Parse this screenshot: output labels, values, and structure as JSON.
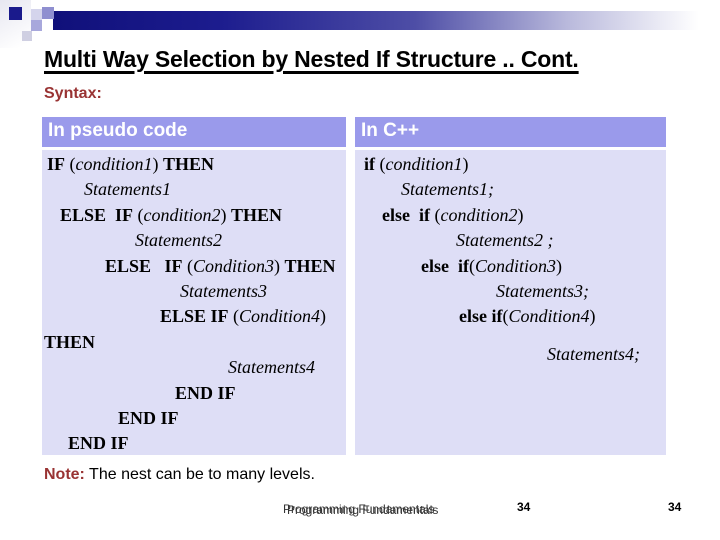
{
  "slide": {
    "title": "Multi Way Selection by Nested If Structure .. Cont.",
    "syntax_label": "Syntax:",
    "note_label": "Note:",
    "note_text": " The nest can be to many levels.",
    "footer_text": "Programming Fundamentals",
    "page_number": "34",
    "page_number_right": "34"
  },
  "colors": {
    "bar_navy": "#10107A",
    "header_bg": "#9A9AEB",
    "body_bg": "#DEDEF6",
    "accent_red": "#993333",
    "header_text": "#FFFFFF"
  },
  "table": {
    "headers": [
      "In pseudo code",
      "In C++"
    ],
    "left_lines": [
      {
        "indent": 5,
        "segs": [
          [
            "b",
            "IF"
          ],
          [
            "p",
            " ("
          ],
          [
            "i",
            "condition1"
          ],
          [
            "p",
            ") "
          ],
          [
            "b",
            "THEN"
          ]
        ]
      },
      {
        "indent": 42,
        "segs": [
          [
            "i",
            "Statements1"
          ]
        ]
      },
      {
        "indent": 18,
        "segs": [
          [
            "b",
            "ELSE  IF"
          ],
          [
            "p",
            " ("
          ],
          [
            "i",
            "condition2"
          ],
          [
            "p",
            ") "
          ],
          [
            "b",
            "THEN"
          ]
        ]
      },
      {
        "indent": 93,
        "segs": [
          [
            "i",
            "Statements2"
          ]
        ]
      },
      {
        "indent": 63,
        "segs": [
          [
            "b",
            "ELSE   IF"
          ],
          [
            "p",
            " ("
          ],
          [
            "i",
            "Condition3"
          ],
          [
            "p",
            ") "
          ],
          [
            "b",
            "THEN"
          ]
        ]
      },
      {
        "indent": 138,
        "segs": [
          [
            "i",
            "Statements3"
          ]
        ]
      },
      {
        "indent": 118,
        "segs": [
          [
            "b",
            "ELSE IF"
          ],
          [
            "p",
            " ("
          ],
          [
            "i",
            "Condition4"
          ],
          [
            "p",
            ")"
          ]
        ]
      },
      {
        "indent": 2,
        "segs": [
          [
            "b",
            "THEN"
          ]
        ]
      },
      {
        "indent": 186,
        "segs": [
          [
            "i",
            "Statements4"
          ]
        ]
      },
      {
        "indent": 133,
        "segs": [
          [
            "b",
            "END IF"
          ]
        ]
      },
      {
        "indent": 76,
        "segs": [
          [
            "b",
            "END IF"
          ]
        ]
      },
      {
        "indent": 26,
        "segs": [
          [
            "b",
            "END IF"
          ]
        ]
      }
    ],
    "right_lines": [
      {
        "indent": 9,
        "segs": [
          [
            "b",
            "if"
          ],
          [
            "p",
            " ("
          ],
          [
            "i",
            "condition1"
          ],
          [
            "p",
            ")"
          ]
        ]
      },
      {
        "indent": 46,
        "segs": [
          [
            "i",
            "Statements1;"
          ]
        ]
      },
      {
        "indent": 27,
        "segs": [
          [
            "b",
            "else  if"
          ],
          [
            "p",
            " ("
          ],
          [
            "i",
            "condition2"
          ],
          [
            "p",
            ")"
          ]
        ]
      },
      {
        "indent": 101,
        "segs": [
          [
            "i",
            "Statements2 ;"
          ]
        ]
      },
      {
        "indent": 66,
        "segs": [
          [
            "b",
            "else  if"
          ],
          [
            "p",
            "("
          ],
          [
            "i",
            "Condition3"
          ],
          [
            "p",
            ")"
          ]
        ]
      },
      {
        "indent": 141,
        "segs": [
          [
            "i",
            "Statements3;"
          ]
        ]
      },
      {
        "indent": 104,
        "segs": [
          [
            "b",
            "else if"
          ],
          [
            "p",
            "("
          ],
          [
            "i",
            "Condition4"
          ],
          [
            "p",
            ")"
          ]
        ]
      },
      {
        "indent": 192,
        "mt": 12,
        "segs": [
          [
            "i",
            "Statements4;"
          ]
        ]
      }
    ]
  }
}
